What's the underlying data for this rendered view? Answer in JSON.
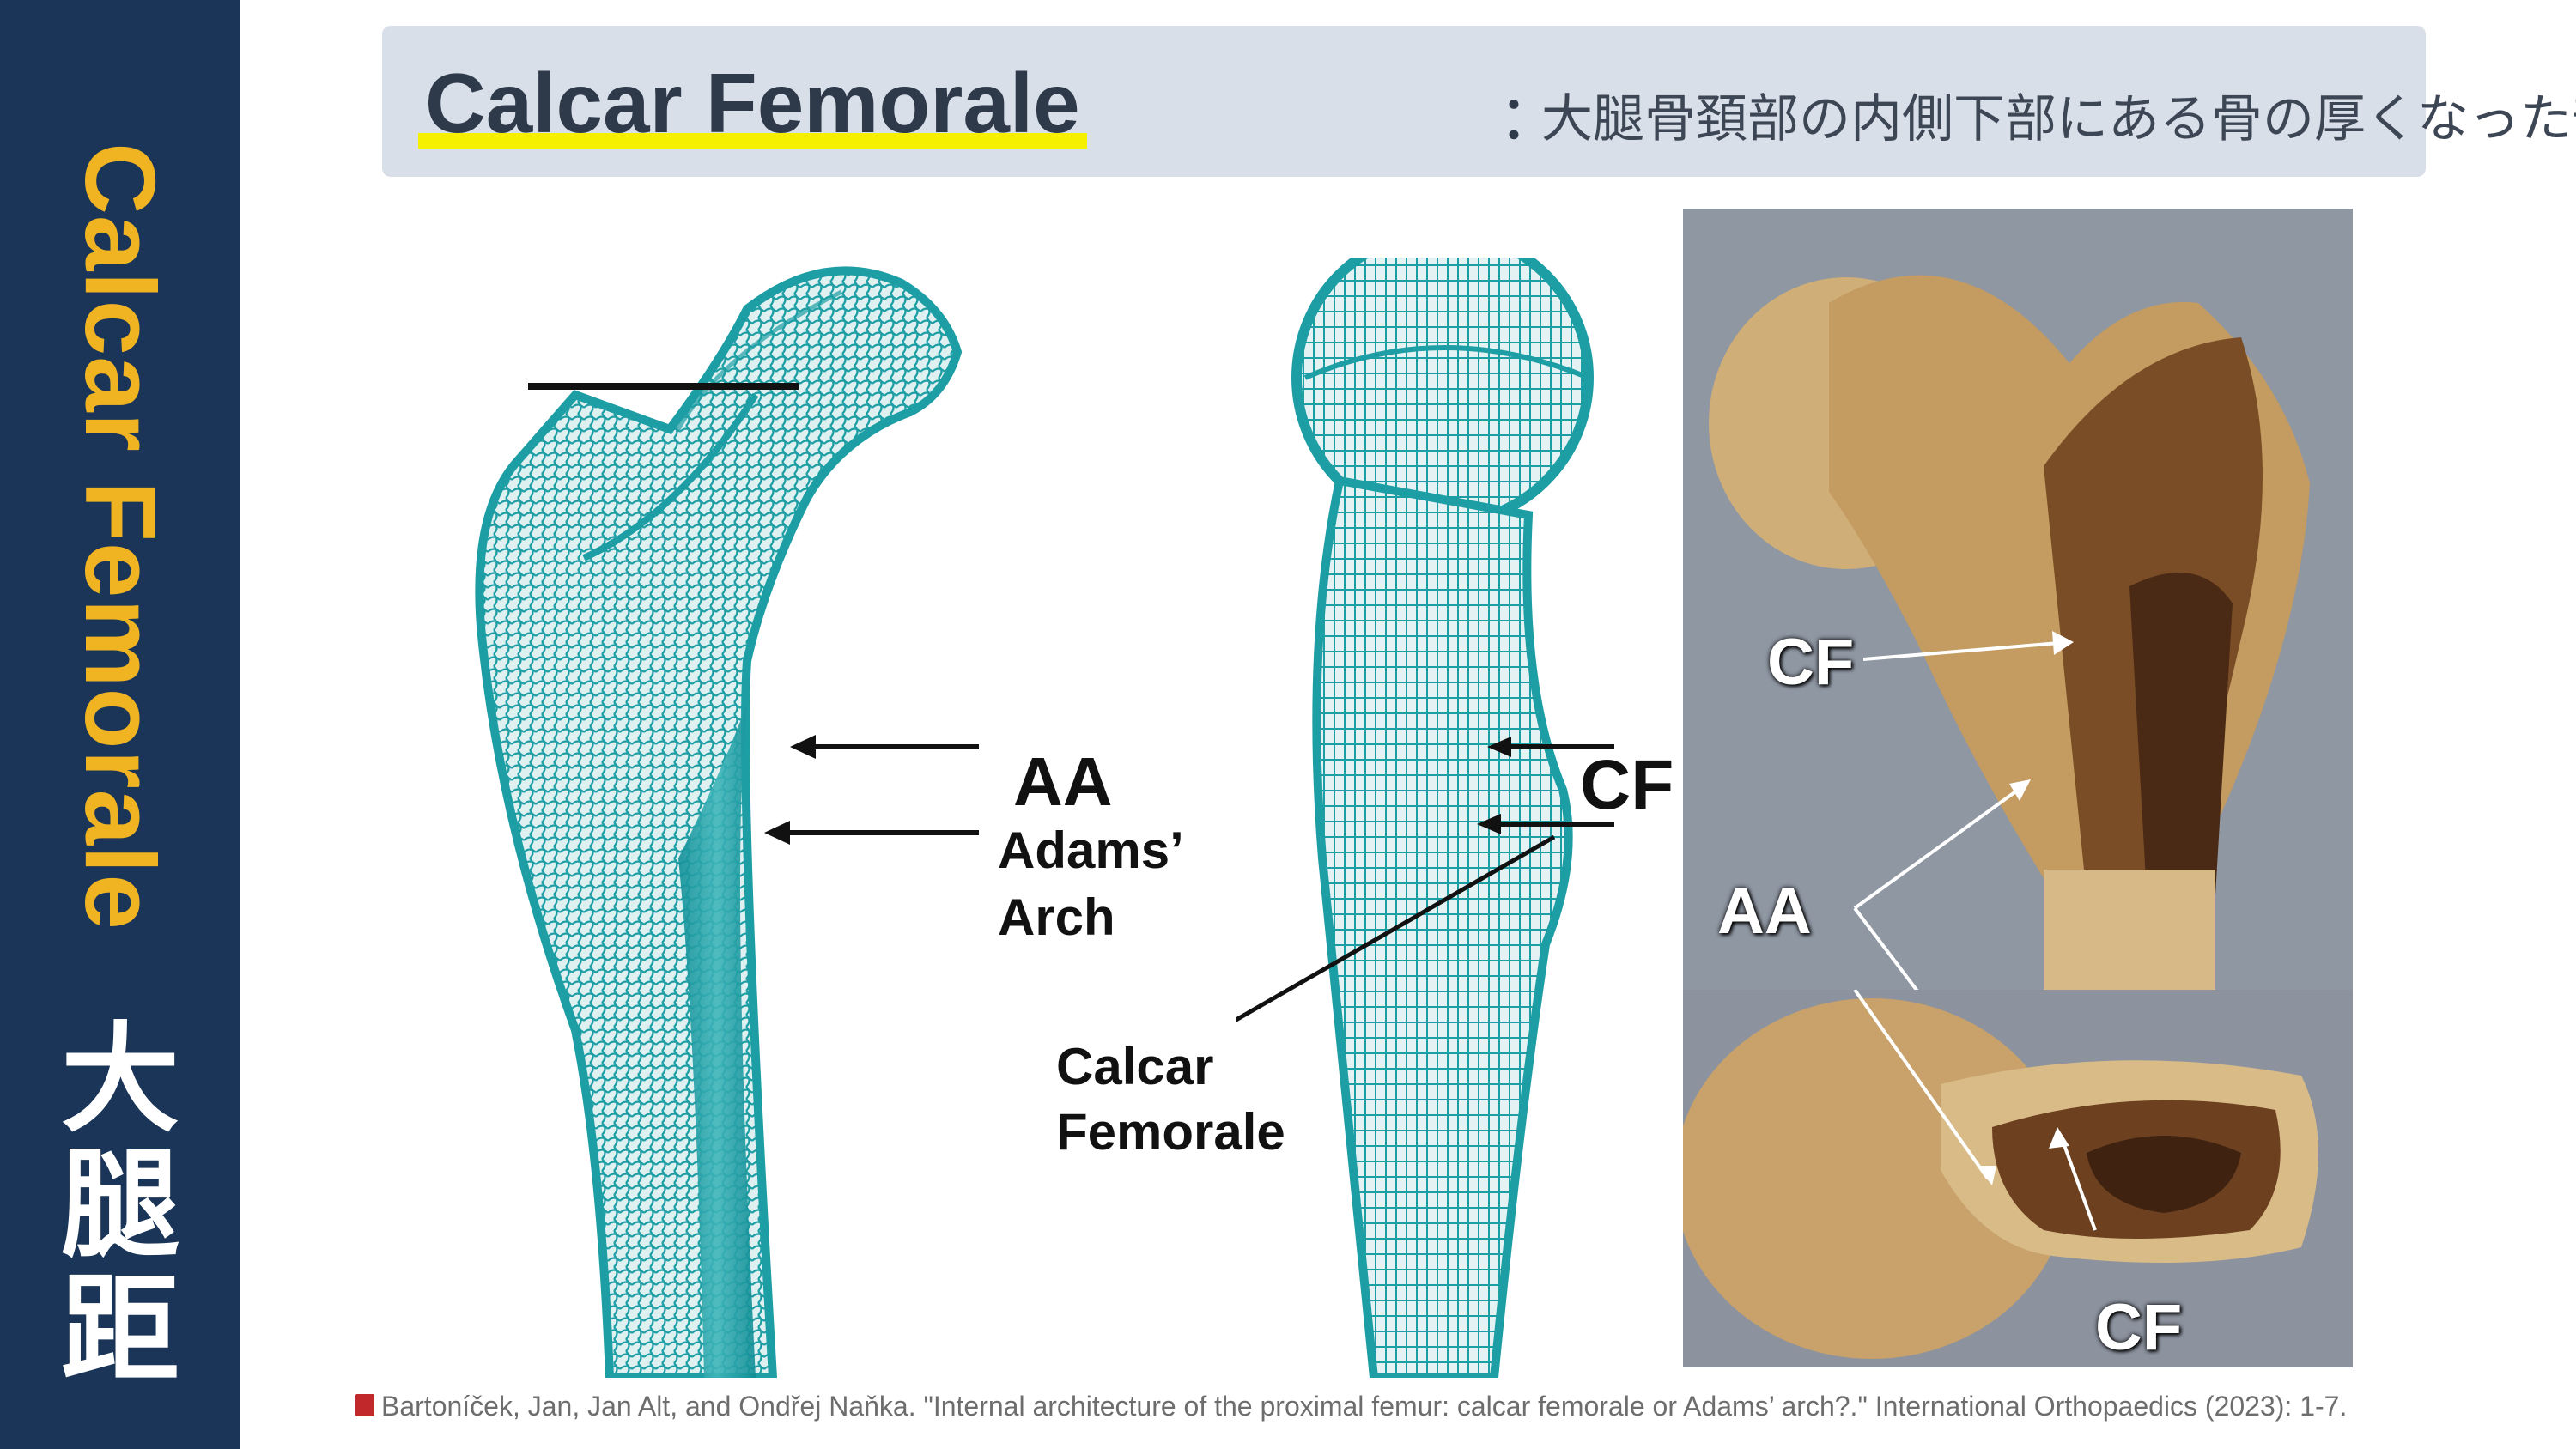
{
  "sidebar": {
    "title_en": "Calcar Femorale",
    "title_jp": [
      "大",
      "腿",
      "距"
    ]
  },
  "banner": {
    "title": "Calcar Femorale",
    "colon": "：",
    "subtitle": "大腿骨頚部の内側下部にある骨の厚くなった部分"
  },
  "figure_labels": {
    "aa": "AA",
    "adams_line1": "Adams’",
    "adams_line2": "Arch",
    "cf": "CF",
    "calcar_line1": "Calcar",
    "calcar_line2": "Femorale"
  },
  "photo_labels": {
    "cf_top": "CF",
    "aa": "AA",
    "cf_bottom": "CF"
  },
  "citation": "Bartoníček, Jan, Jan Alt, and Ondřej Naňka. \"Internal architecture of the proximal femur: calcar femorale or Adams’ arch?.\" International Orthopaedics (2023): 1-7.",
  "colors": {
    "sidebar_bg": "#1a3557",
    "sidebar_title": "#f0b422",
    "banner_bg": "#d9dfe9",
    "highlight": "#f5f000",
    "bone_teal": "#1d9ea4",
    "bone_photo": "#c9a56e"
  }
}
